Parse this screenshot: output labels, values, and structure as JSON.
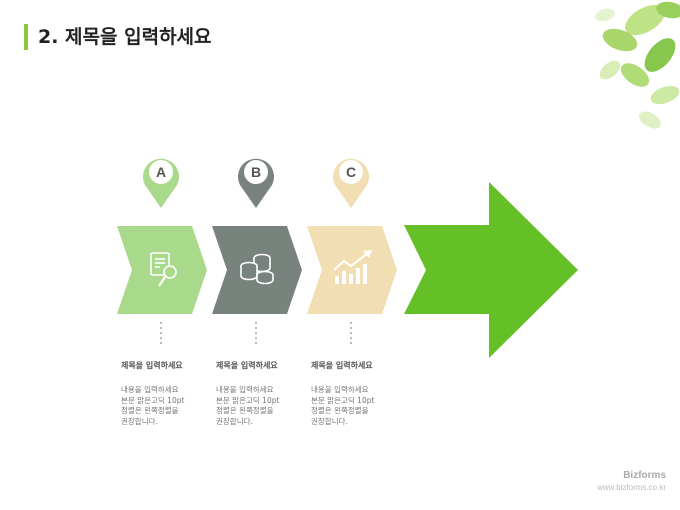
{
  "slide": {
    "title": "2. 제목을 입력하세요"
  },
  "colors": {
    "accent": "#8cc63f",
    "step_a": "#a9d98b",
    "step_b": "#79837d",
    "step_c": "#f1deb3",
    "arrow": "#65bf27"
  },
  "steps": [
    {
      "marker": "A",
      "icon": "document-search-icon",
      "heading": "제목을 입력하세요",
      "body": "내용을 입력하세요\n본문 맑은고딕 10pt\n정렬은 왼쪽정렬을\n권장합니다."
    },
    {
      "marker": "B",
      "icon": "coins-stack-icon",
      "heading": "제목을 입력하세요",
      "body": "내용을 입력하세요\n본문 맑은고딕 10pt\n정렬은 왼쪽정렬을\n권장합니다."
    },
    {
      "marker": "C",
      "icon": "growth-chart-icon",
      "heading": "제목을 입력하세요",
      "body": "내용을 입력하세요\n본문 맑은고딕 10pt\n정렬은 왼쪽정렬을\n권장합니다."
    }
  ],
  "brand": {
    "name": "Bizforms",
    "url": "www.bizforms.co.kr"
  }
}
